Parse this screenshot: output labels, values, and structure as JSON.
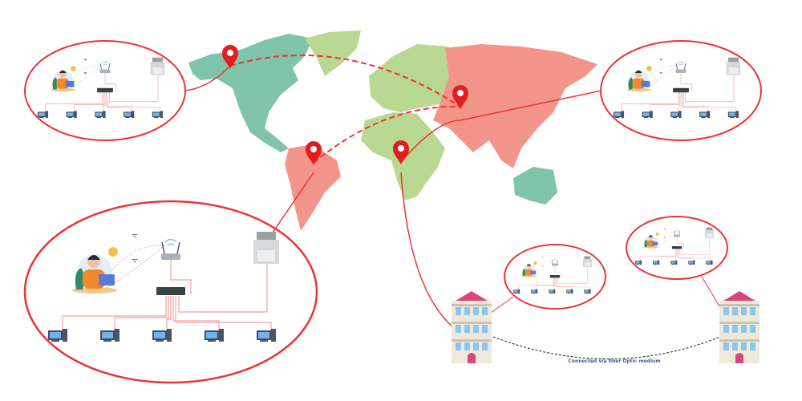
{
  "caption": "Connected via fiber Optic medium",
  "colors": {
    "north_america": "#80c4a9",
    "europe_africa": "#b9d891",
    "asia_south_america": "#f3958a",
    "link_red": "#ee3333",
    "cable_pink": "#f6a0a0",
    "building_roof": "#d9467a",
    "building_wall": "#efe9dc",
    "window_blue": "#8cc6ee"
  },
  "icons": [
    "world-map",
    "location-pin",
    "router-icon",
    "network-switch-icon",
    "printer-icon",
    "desktop-computer-icon",
    "person-with-laptop-icon",
    "office-building-icon",
    "wifi-icon"
  ]
}
